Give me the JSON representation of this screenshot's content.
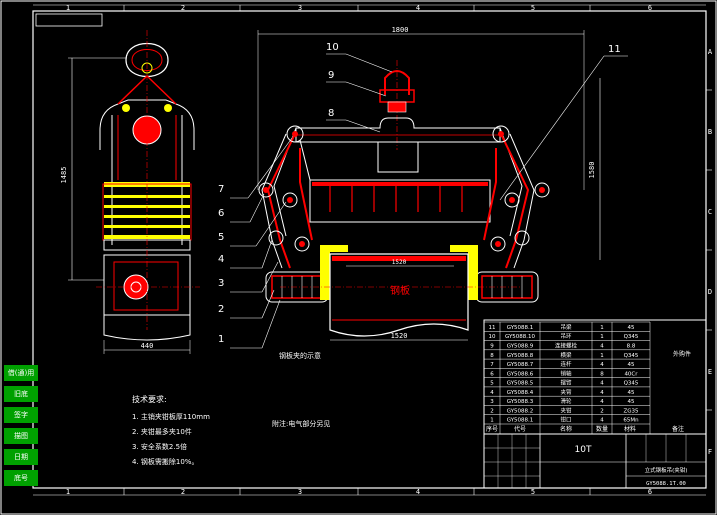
{
  "title_tag": "",
  "border": {
    "top_zones": [
      "1",
      "2",
      "3",
      "4",
      "5",
      "6"
    ],
    "bottom_zones": [
      "1",
      "2",
      "3",
      "4",
      "5",
      "6"
    ],
    "right_zones": [
      "A",
      "B",
      "C",
      "D",
      "E",
      "F"
    ]
  },
  "dimensions": {
    "overall_height_left": "1485",
    "width_bottom_left": "440",
    "span_top": "1800",
    "height_right": "1580",
    "plate_width": "1520"
  },
  "balloons": [
    "1",
    "2",
    "3",
    "4",
    "5",
    "6",
    "7",
    "8",
    "9",
    "10",
    "11"
  ],
  "center_label": "钢板",
  "left_caption": "钢板夹的示意",
  "tech_req": {
    "heading": "技术要求:",
    "items": [
      "1. 主销夹钳板厚110mm",
      "2. 夹钳最多夹10件",
      "3. 安全系数2.5倍",
      "4. 钢板需搬除10%。"
    ]
  },
  "note": "附注:电气部分另见",
  "bom_rows": [
    {
      "no": "11",
      "code": "GY5088.1",
      "name": "吊梁",
      "qty": "1",
      "mat": "45"
    },
    {
      "no": "10",
      "code": "GY5088.10",
      "name": "吊环",
      "qty": "1",
      "mat": "Q345"
    },
    {
      "no": "9",
      "code": "GY5088.9",
      "name": "连接螺栓",
      "qty": "4",
      "mat": "8.8"
    },
    {
      "no": "8",
      "code": "GY5088.8",
      "name": "横梁",
      "qty": "1",
      "mat": "Q345"
    },
    {
      "no": "7",
      "code": "GY5088.7",
      "name": "连杆",
      "qty": "4",
      "mat": "45"
    },
    {
      "no": "6",
      "code": "GY5088.6",
      "name": "销轴",
      "qty": "8",
      "mat": "40Cr"
    },
    {
      "no": "5",
      "code": "GY5088.5",
      "name": "摆臂",
      "qty": "4",
      "mat": "Q345"
    },
    {
      "no": "4",
      "code": "GY5088.4",
      "name": "夹臂",
      "qty": "4",
      "mat": "45"
    },
    {
      "no": "3",
      "code": "GY5088.3",
      "name": "滑轮",
      "qty": "4",
      "mat": "45"
    },
    {
      "no": "2",
      "code": "GY5088.2",
      "name": "夹钳",
      "qty": "2",
      "mat": "ZG35"
    },
    {
      "no": "1",
      "code": "GY5088.1",
      "name": "钳口",
      "qty": "4",
      "mat": "65Mn"
    }
  ],
  "bom_header": [
    "序号",
    "代号",
    "名称",
    "数量",
    "材料",
    "备注"
  ],
  "title_block": {
    "drawing_name": "10T",
    "product": "立式钢板吊(夹钳)",
    "code": "GY5088.1T.00"
  },
  "left_tags": [
    "借(通)用",
    "旧底",
    "签字",
    "描图",
    "日期",
    "底号"
  ],
  "colors": {
    "background": "#000000",
    "line": "#ffffff",
    "red": "#ff0000",
    "yellow": "#ffff00",
    "green": "#00a000"
  }
}
